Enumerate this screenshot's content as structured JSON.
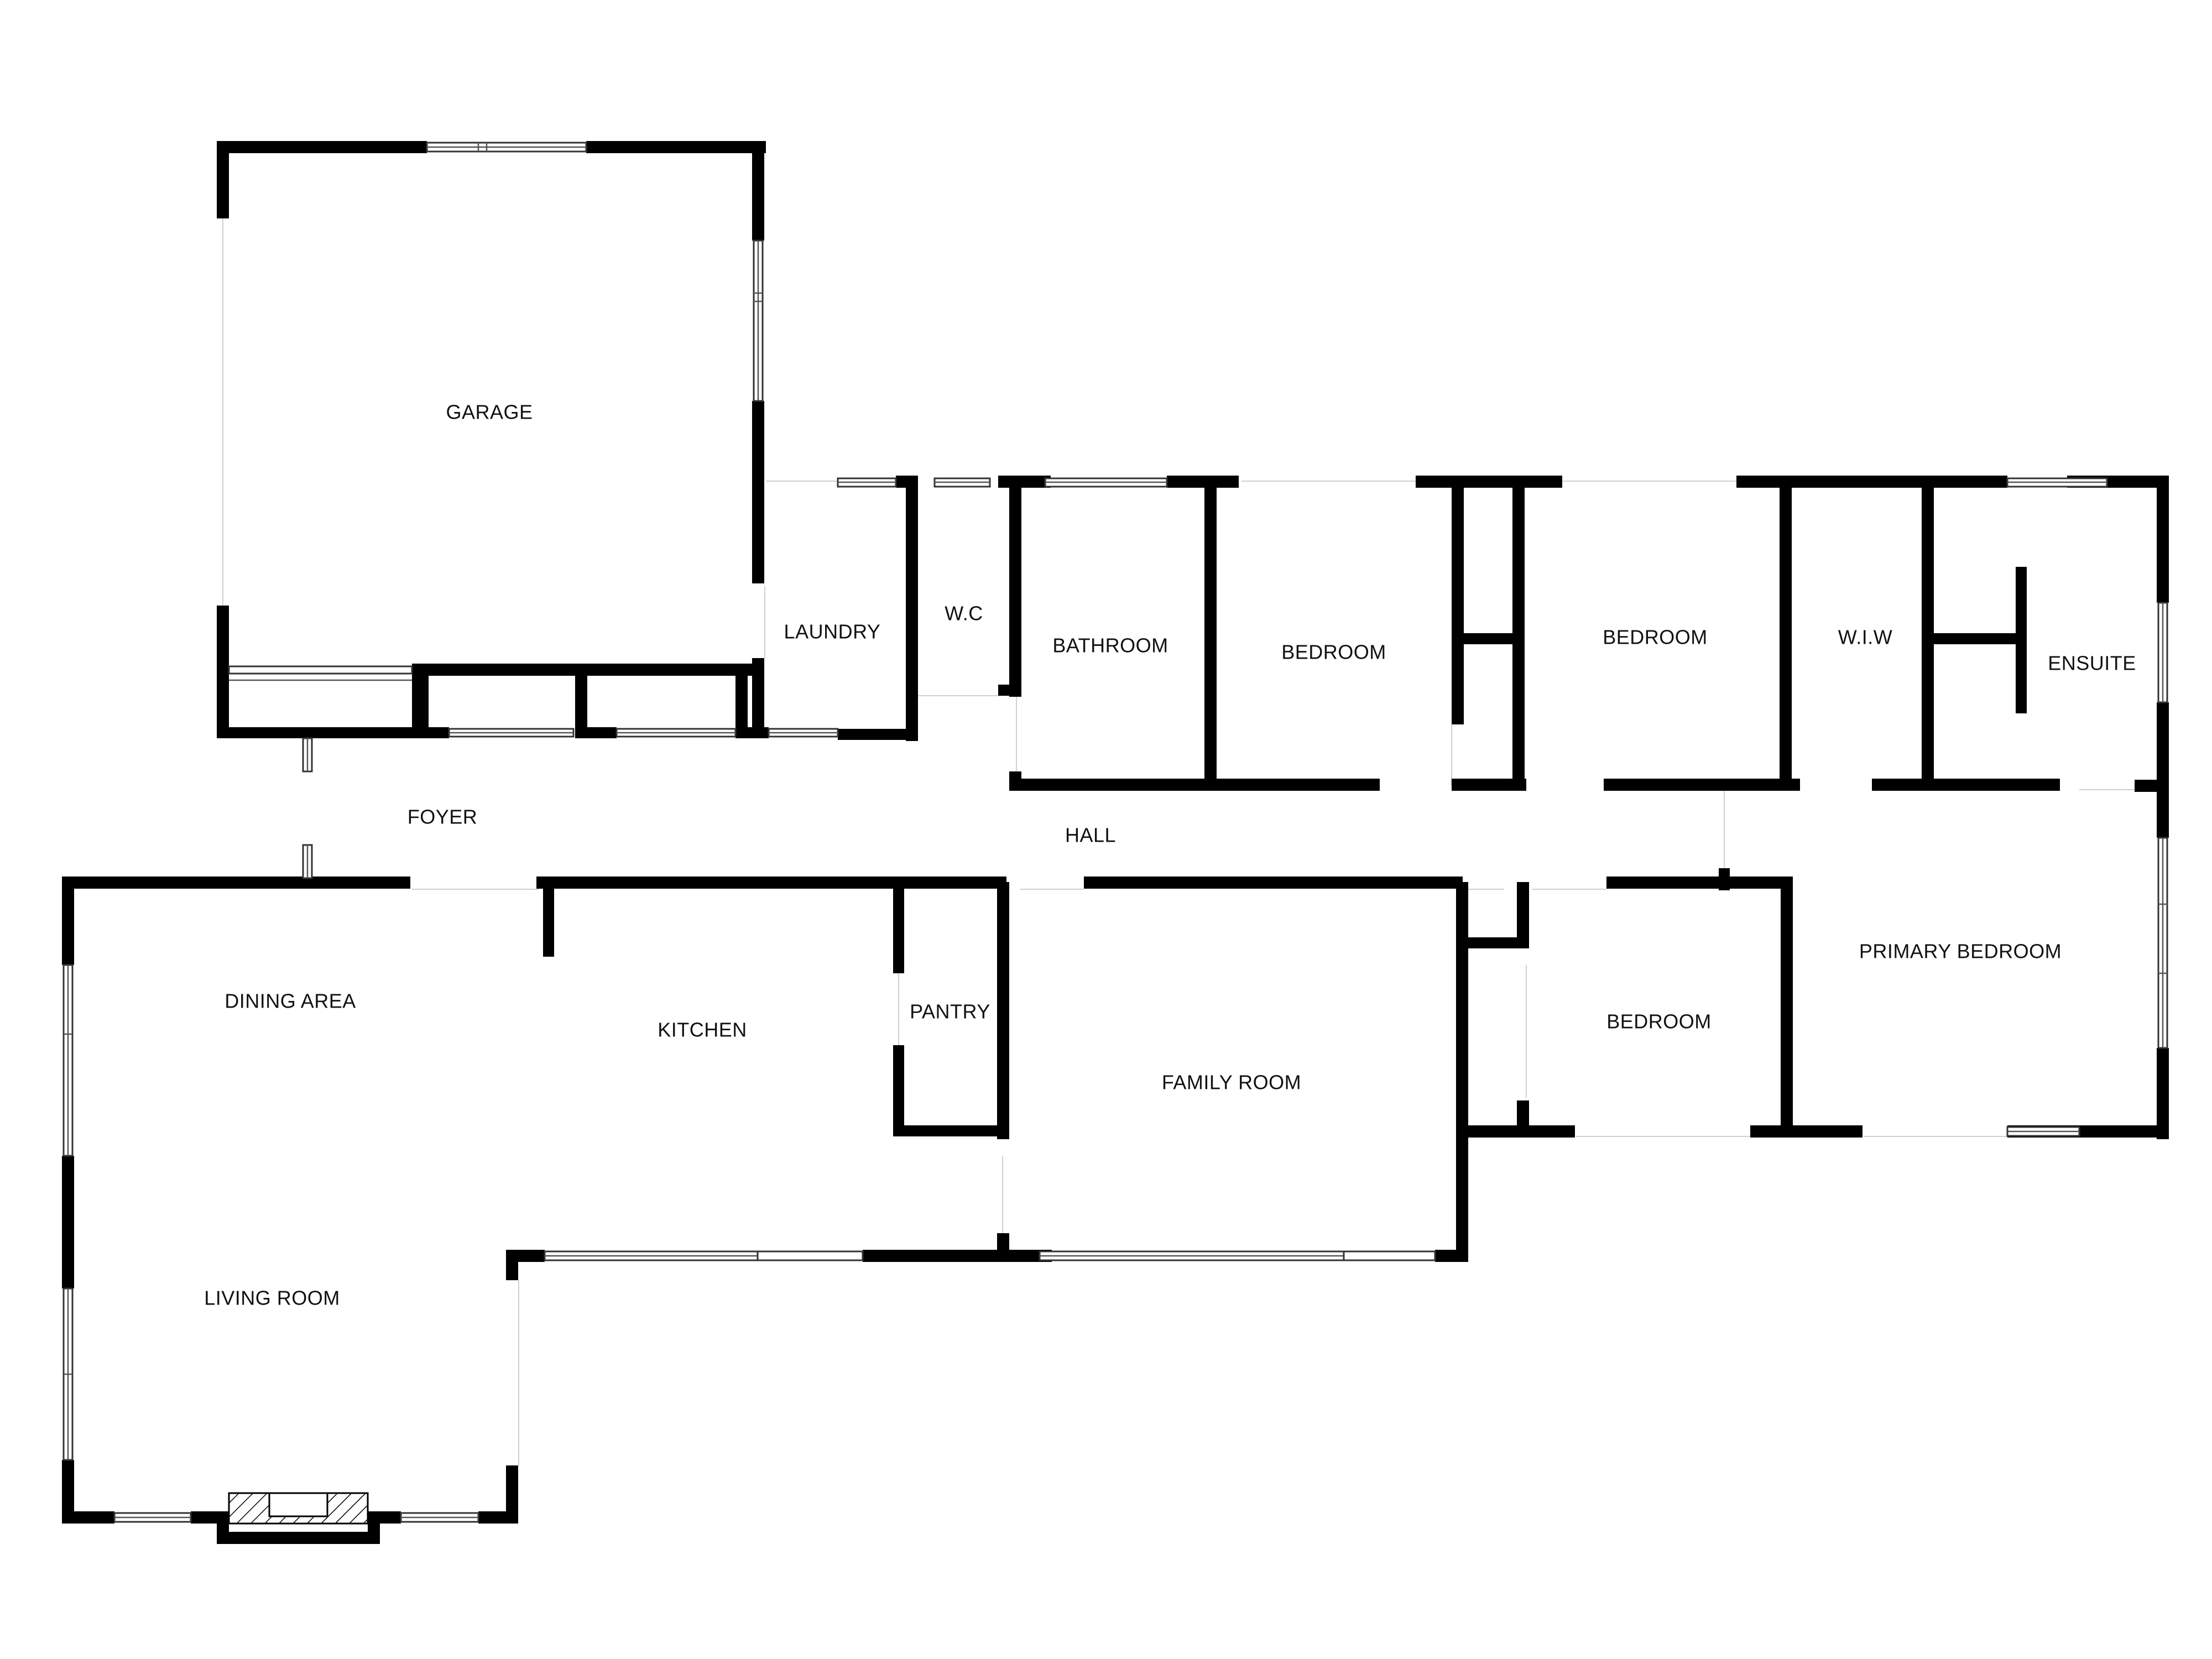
{
  "rooms": {
    "garage": "GARAGE",
    "laundry": "LAUNDRY",
    "wc": "W.C",
    "bathroom": "BATHROOM",
    "bedroom_2": "BEDROOM",
    "bedroom_3": "BEDROOM",
    "wiw": "W.I.W",
    "ensuite": "ENSUITE",
    "foyer": "FOYER",
    "hall": "HALL",
    "dining_area": "DINING AREA",
    "kitchen": "KITCHEN",
    "pantry": "PANTRY",
    "family_room": "FAMILY ROOM",
    "bedroom_4": "BEDROOM",
    "primary_bedroom": "PRIMARY BEDROOM",
    "living_room": "LIVING ROOM"
  },
  "colors": {
    "wall": "#000000",
    "background": "#ffffff"
  }
}
